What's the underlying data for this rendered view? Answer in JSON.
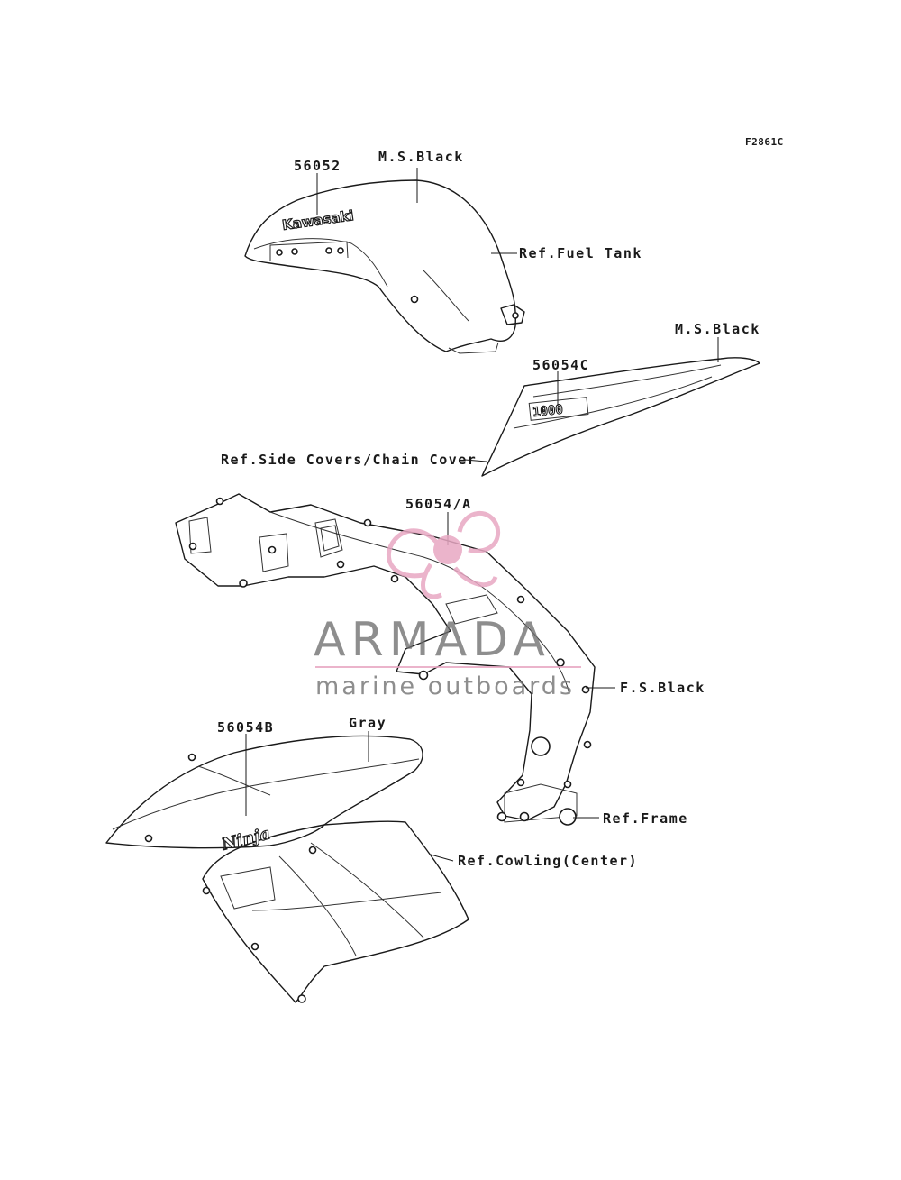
{
  "figure_code": "F2861C",
  "labels": {
    "part_56052": "56052",
    "ms_black_tank": "M.S.Black",
    "ref_fuel_tank": "Ref.Fuel Tank",
    "ms_black_cover": "M.S.Black",
    "part_56054c": "56054C",
    "ref_side_covers": "Ref.Side Covers/Chain Cover",
    "part_56054a": "56054/A",
    "fs_black": "F.S.Black",
    "part_56054b": "56054B",
    "gray": "Gray",
    "ref_frame": "Ref.Frame",
    "ref_cowling": "Ref.Cowling(Center)"
  },
  "decal_texts": {
    "tank_logo": "Kawasaki",
    "cover_logo": "1000",
    "cowl_logo": "Ninja"
  },
  "watermark": {
    "title": "ARMADA",
    "subtitle": "marine outboards",
    "color": "#e8a7c3"
  }
}
